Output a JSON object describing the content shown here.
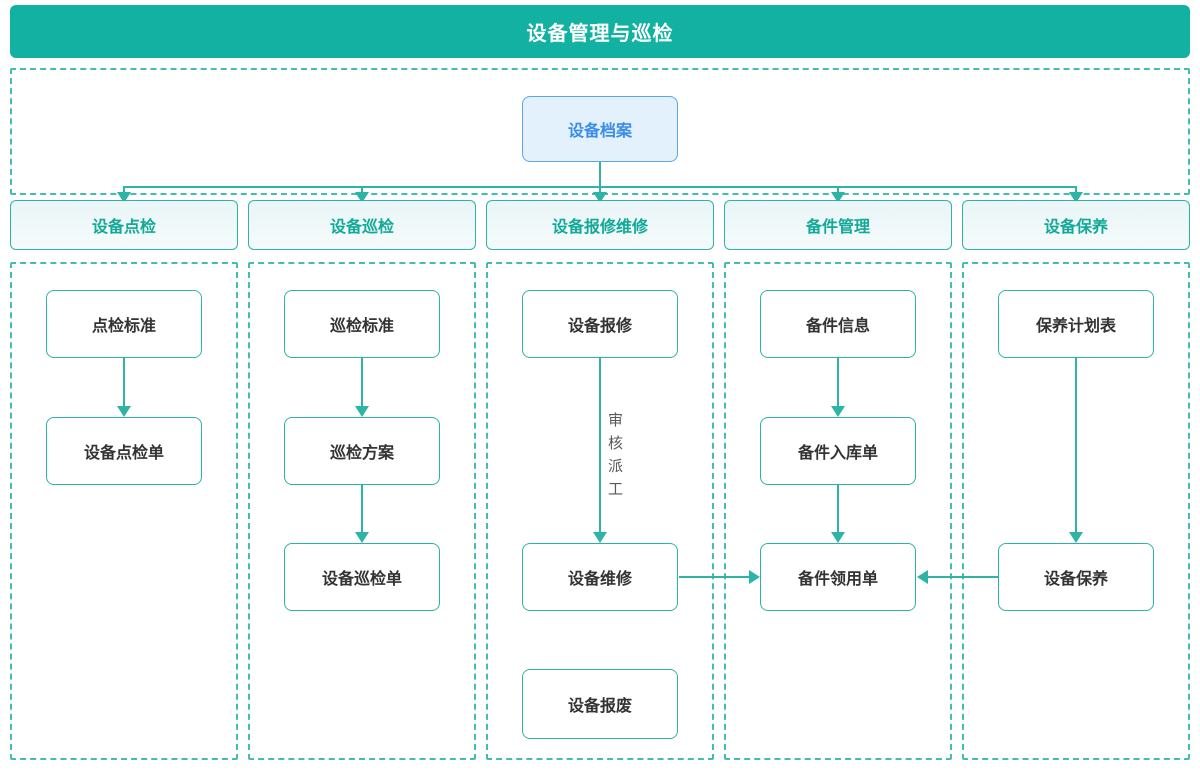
{
  "title": "设备管理与巡检",
  "root": {
    "label": "设备档案"
  },
  "edge_label": "审核派工",
  "columns": [
    {
      "header": "设备点检",
      "boxes": [
        "点检标准",
        "设备点检单"
      ]
    },
    {
      "header": "设备巡检",
      "boxes": [
        "巡检标准",
        "巡检方案",
        "设备巡检单"
      ]
    },
    {
      "header": "设备报修维修",
      "boxes": [
        "设备报修",
        "设备维修",
        "设备报废"
      ]
    },
    {
      "header": "备件管理",
      "boxes": [
        "备件信息",
        "备件入库单",
        "备件领用单"
      ]
    },
    {
      "header": "设备保养",
      "boxes": [
        "保养计划表",
        "设备保养"
      ]
    }
  ],
  "colors": {
    "teal": "#12b1a2",
    "line": "#2db4a5",
    "dash": "#43bdb0",
    "teal_text": "#13a998",
    "blue_border": "#5fa5ea",
    "blue_fill": "#e3f1fc",
    "blue_text": "#3b8de8",
    "node_text": "#333333",
    "label_text": "#595959"
  }
}
